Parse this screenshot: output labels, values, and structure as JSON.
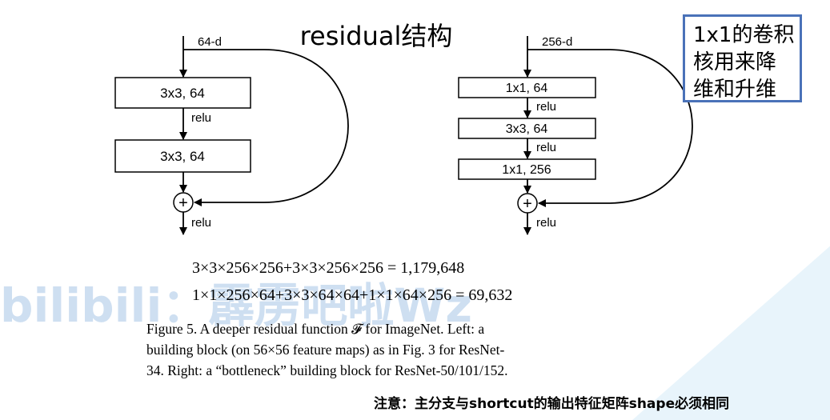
{
  "title": "residual结构",
  "note": {
    "lines": [
      "1x1的卷积",
      "核用来降",
      "维和升维"
    ],
    "border_color": "#4a72b8"
  },
  "left_block": {
    "input": "64-d",
    "layers": [
      "3x3, 64",
      "3x3, 64"
    ],
    "activation": "relu",
    "add_symbol": "+"
  },
  "right_block": {
    "input": "256-d",
    "layers": [
      "1x1, 64",
      "3x3, 64",
      "1x1, 256"
    ],
    "activation": "relu",
    "add_symbol": "+"
  },
  "equations": [
    "3×3×256×256+3×3×256×256 = 1,179,648",
    "1×1×256×64+3×3×64×64+1×1×64×256 = 69,632"
  ],
  "caption": {
    "line1": "Figure 5. A deeper residual function 𝓕 for ImageNet.  Left: a",
    "line2": "building block (on 56×56 feature maps) as in Fig. 3 for ResNet-",
    "line3": "34. Right: a “bottleneck” building block for ResNet-50/101/152."
  },
  "watermark": "bilibili：霹雳吧啦Wz",
  "footer": "注意：主分支与shortcut的输出特征矩阵shape必须相同"
}
